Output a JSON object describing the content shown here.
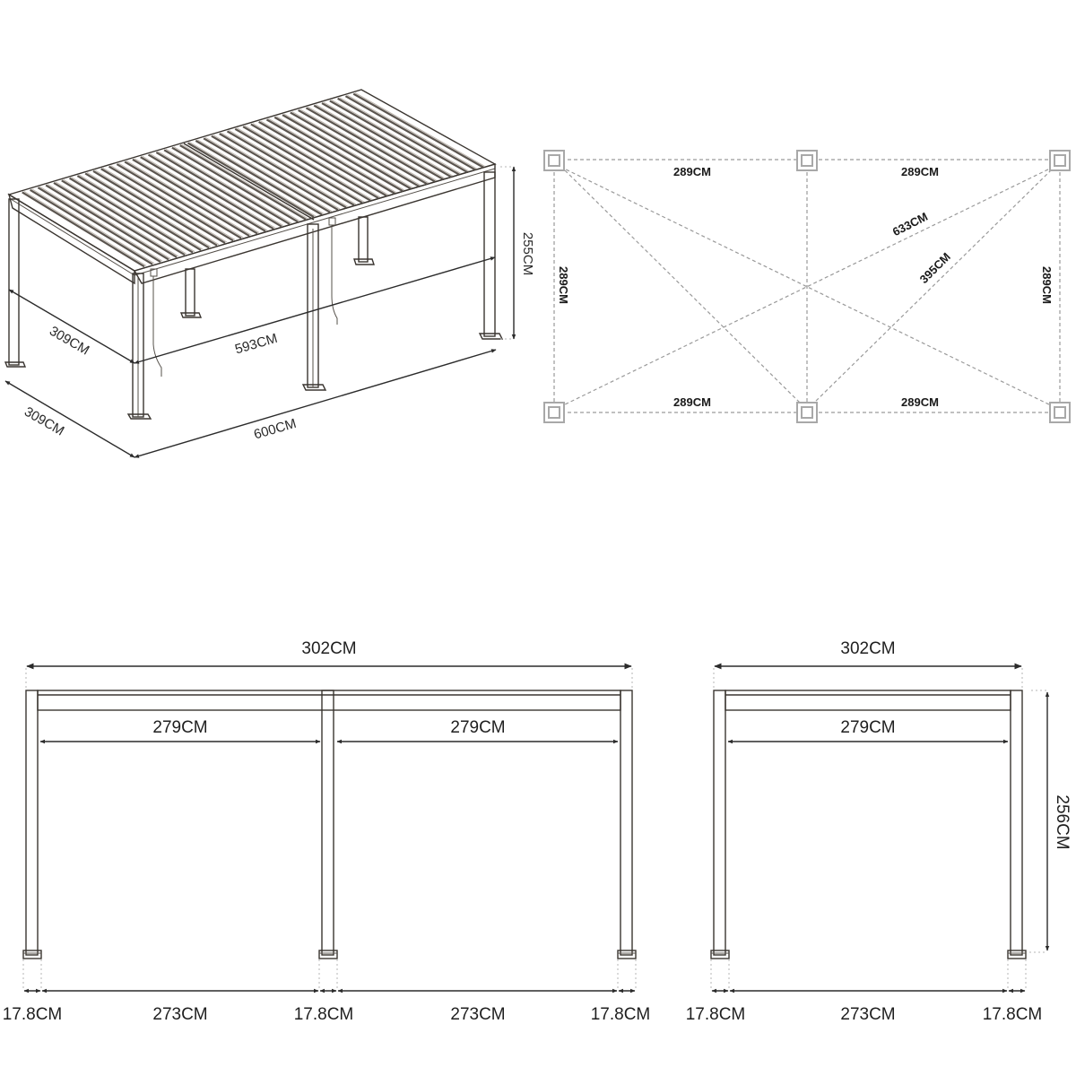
{
  "isometric_view": {
    "labels": {
      "height": "255CM",
      "inner_depth": "309CM",
      "inner_length": "593CM",
      "outer_depth": "309CM",
      "outer_length": "600CM"
    }
  },
  "plan_view": {
    "labels": {
      "top_left_span": "289CM",
      "top_right_span": "289CM",
      "bottom_left_span": "289CM",
      "bottom_right_span": "289CM",
      "left_depth": "289CM",
      "right_depth": "289CM",
      "long_diagonal": "633CM",
      "short_diagonal": "395CM"
    },
    "post_icon": "square-post-icon"
  },
  "front_elevation": {
    "labels": {
      "overall_width": "302CM",
      "left_bay_inner": "279CM",
      "right_bay_inner": "279CM",
      "post_left": "17.8CM",
      "bay_left_clear": "273CM",
      "post_middle": "17.8CM",
      "bay_right_clear": "273CM",
      "post_right": "17.8CM"
    }
  },
  "side_elevation": {
    "labels": {
      "overall_width": "302CM",
      "bay_inner": "279CM",
      "height": "256CM",
      "post_left": "17.8CM",
      "bay_clear": "273CM",
      "post_right": "17.8CM"
    }
  },
  "colors": {
    "line": "#3a3530",
    "dashed": "#9a9a9a",
    "text": "#222222",
    "background": "#ffffff"
  }
}
